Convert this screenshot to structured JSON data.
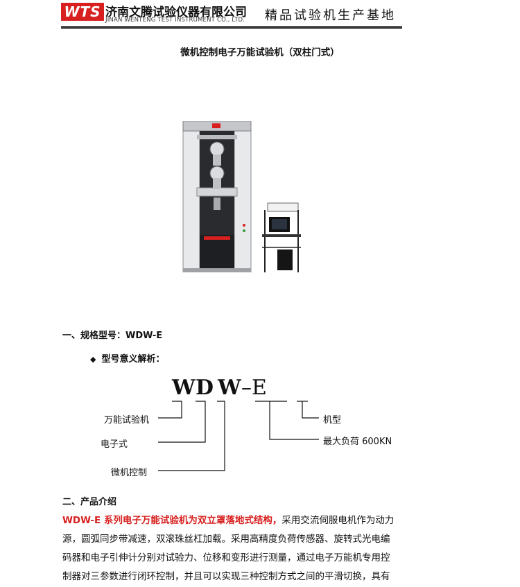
{
  "header": {
    "logo": "WTS",
    "company_cn": "济南文腾试验仪器有限公司",
    "company_en": "JINAN WENTENG TEST INSTRUMENT CO., LTD.",
    "slogan": "精品试验机生产基地"
  },
  "title": "微机控制电子万能试验机（双柱门式）",
  "section1": {
    "heading": "一、规格型号：WDW-E",
    "bullet": "型号意义解析：",
    "bullet_icon": "diamond-icon",
    "code": {
      "c1": "W",
      "c2": "D",
      "c3": "W",
      "c4": "–E"
    },
    "labels": {
      "wanneng": "万能试验机",
      "dianzi": "电子式",
      "weiji": "微机控制",
      "jixing": "机型",
      "fuhe": "最大负荷 600KN"
    }
  },
  "section2": {
    "heading": "二、产品介绍",
    "lines": [
      {
        "red": "WDW-E 系列电子万能试验机为双立罩落地式结构，",
        "text": "采用交流伺服电机作为动力"
      },
      {
        "red": "",
        "text": "源，圆弧同步带减速，双滚珠丝杠加载。采用高精度负荷传感器、旋转式光电编"
      },
      {
        "red": "",
        "text": "码器和电子引伸计分别对试验力、位移和变形进行测量，通过电子万能机专用控"
      },
      {
        "red": "",
        "text": "制器对三参数进行闭环控制，并且可以实现三种控制方式之间的平滑切换，具有"
      }
    ]
  },
  "colors": {
    "brand_red": "#d7201f"
  }
}
